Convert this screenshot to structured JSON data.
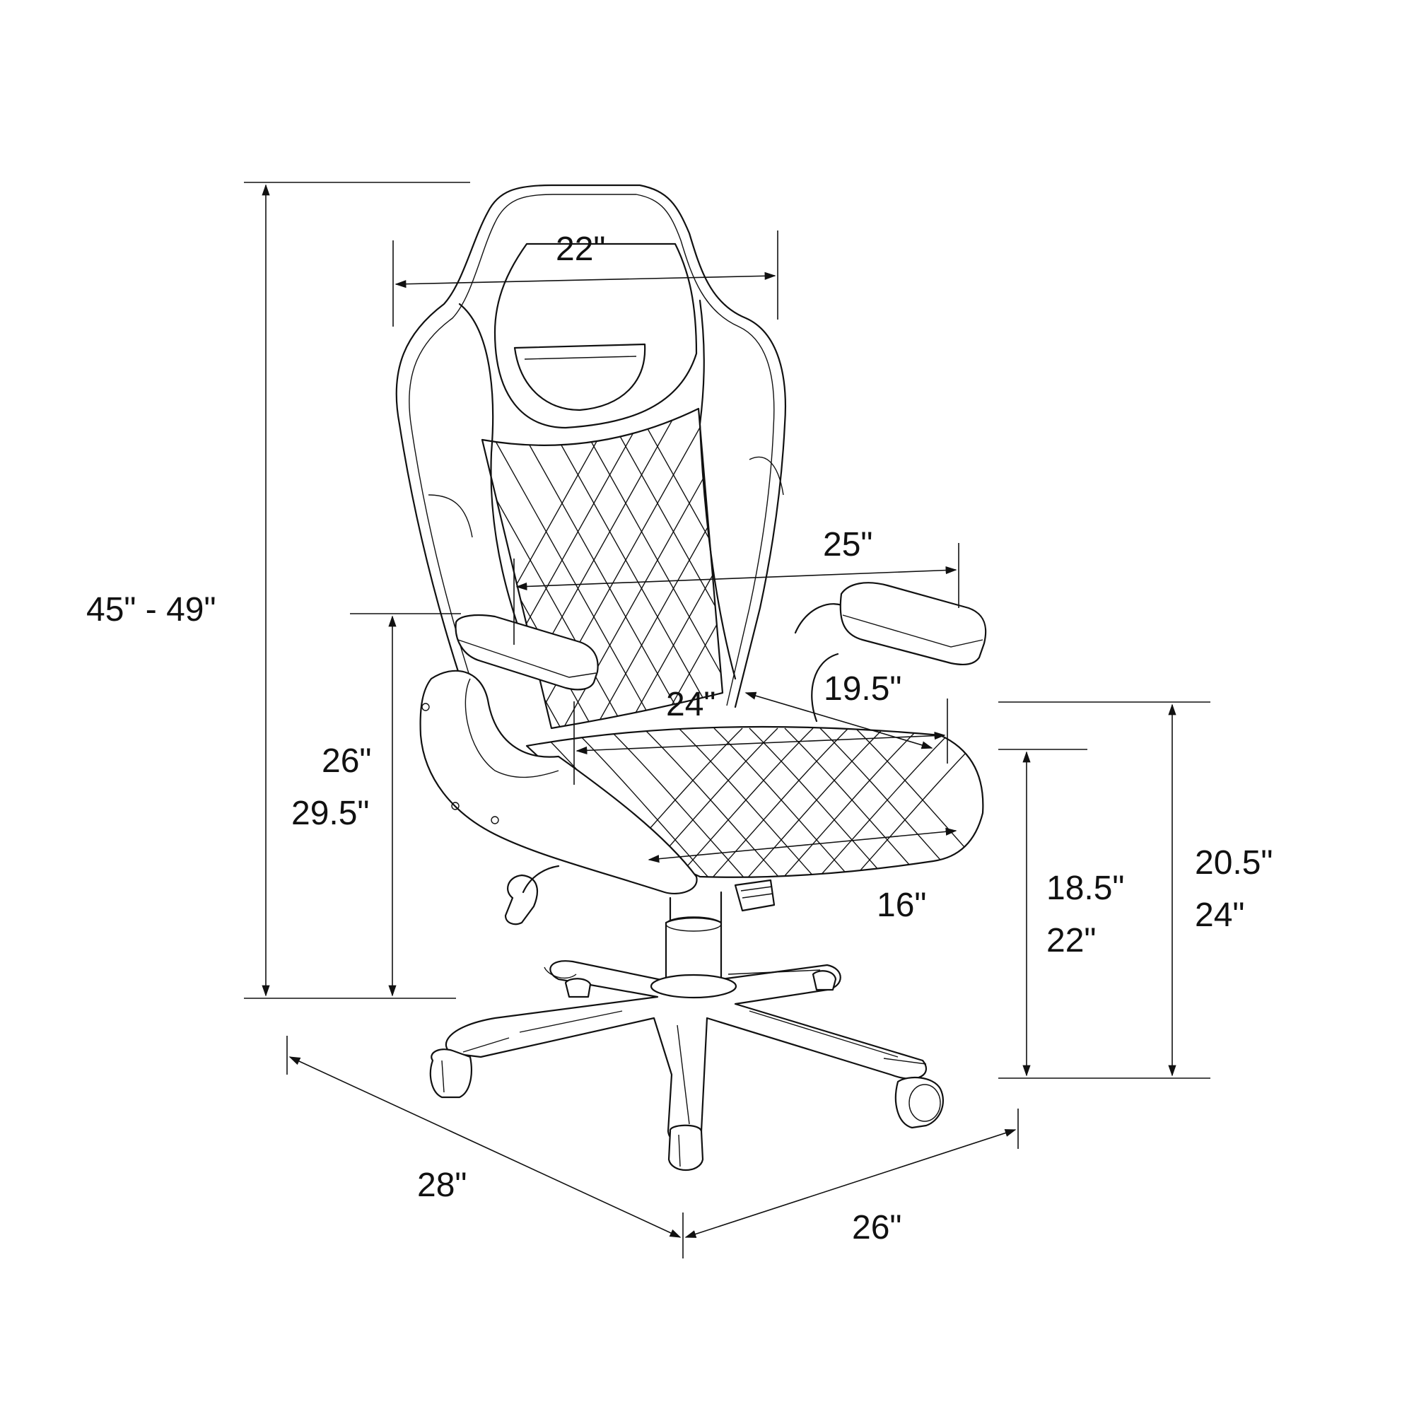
{
  "colors": {
    "line": "#111111",
    "background": "#ffffff"
  },
  "dimensions": {
    "overall_height": "45\" - 49\"",
    "headrest_width": "22\"",
    "armrest_span": "25\"",
    "back_width": "24\"",
    "seat_depth": "19.5\"",
    "seat_width": "16\"",
    "armrest_height_min": "26\"",
    "armrest_height_max": "29.5\"",
    "seat_height_min": "18.5\"",
    "seat_height_max": "22\"",
    "seat_top_height_min": "20.5\"",
    "seat_top_height_max": "24\"",
    "base_depth": "28\"",
    "base_width": "26\""
  }
}
